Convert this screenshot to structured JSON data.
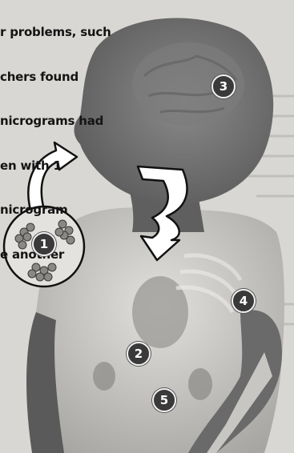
{
  "caption_lines": [
    "r problems, such",
    "chers found",
    "nicrograms had",
    "en with 1",
    "nicrogram",
    "e another"
  ],
  "markers": [
    "1",
    "2",
    "3",
    "4",
    "5"
  ],
  "colors": {
    "paper": "#d9d7d3",
    "silhouette": "#6e6e6e",
    "torso": "#c9c7c3",
    "badge": "#3a3a3a"
  }
}
